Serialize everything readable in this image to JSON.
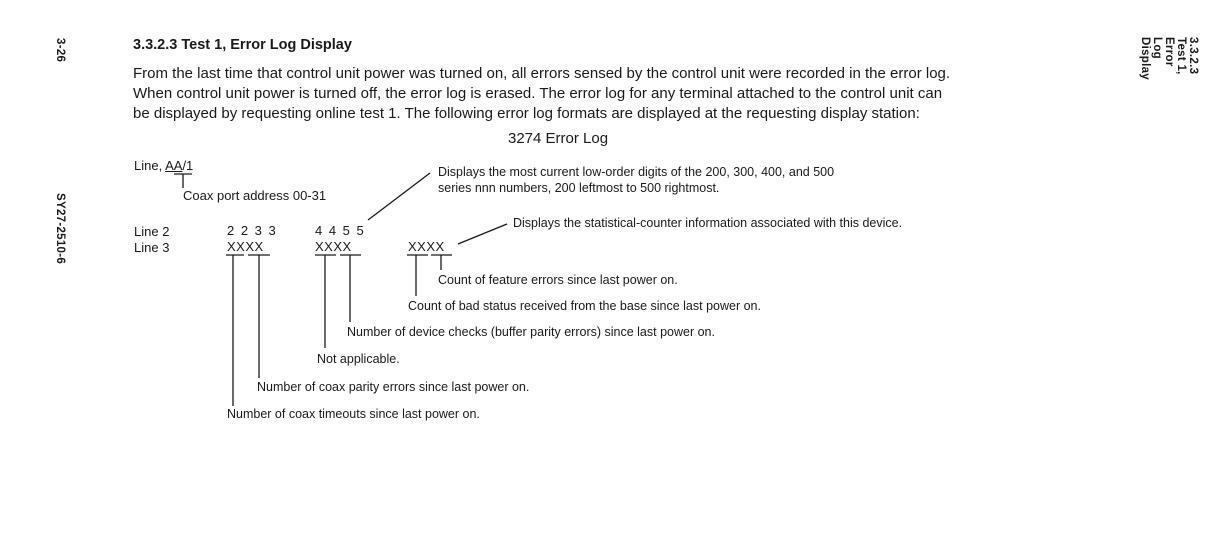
{
  "margin_left": {
    "page_number": "3-26",
    "doc_number": "SY27-2510-6"
  },
  "margin_right": {
    "running_head": "3.3.2.3 Test 1, Error Log Display"
  },
  "section": {
    "heading": "3.3.2.3  Test 1, Error Log Display",
    "paragraph_lines": [
      "From the last time that control unit power was turned on, all errors sensed by the control unit were recorded in the error log.",
      "When control unit power is turned off, the error log is erased.  The error log for any terminal attached to the control unit can",
      "be displayed by requesting online test 1.  The following error log formats are displayed at the requesting display station:"
    ],
    "figure_title": "3274 Error Log"
  },
  "diagram": {
    "line1_prefix": "Line, ",
    "line1_address": "AA",
    "line1_suffix": "/1",
    "coax_note": "Coax port address 00-31",
    "line2_label": "Line 2",
    "line2_group1": "2 2 3 3",
    "line2_group2": "4 4 5 5",
    "line3_label": "Line 3",
    "line3_group1": "XXXX",
    "line3_group2": "XXXX",
    "line3_group3": "XXXX",
    "series_note_lines": [
      "Displays the most current low-order digits of the 200, 300, 400, and 500",
      "series nnn numbers, 200 leftmost to 500 rightmost."
    ],
    "counter_note": "Displays the statistical-counter information associated with this device.",
    "descriptions": [
      "Count of feature errors since last power on.",
      "Count of bad status received from the base since last power on.",
      "Number of device checks (buffer parity errors) since last power on.",
      "Not applicable.",
      "Number of coax parity errors since last power on.",
      "Number of coax timeouts since last power on."
    ]
  }
}
